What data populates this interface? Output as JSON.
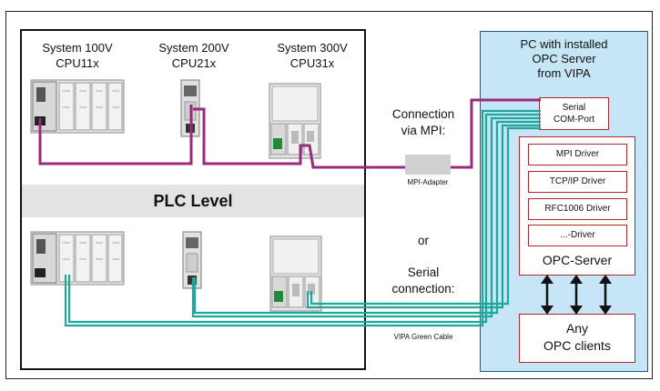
{
  "systems": [
    {
      "name": "System 100V",
      "cpu": "CPU11x"
    },
    {
      "name": "System 200V",
      "cpu": "CPU21x"
    },
    {
      "name": "System 300V",
      "cpu": "CPU31x"
    }
  ],
  "plc_level": "PLC Level",
  "connection_mpi": {
    "line1": "Connection",
    "line2": "via MPI:"
  },
  "mpi_adapter": "MPI-Adapter",
  "or": "or",
  "serial_connection": {
    "line1": "Serial",
    "line2": "connection:"
  },
  "green_cable": "VIPA Green Cable",
  "pc": {
    "line1": "PC with installed",
    "line2": "OPC Server",
    "line3": "from VIPA"
  },
  "com_port": {
    "line1": "Serial",
    "line2": "COM-Port"
  },
  "drivers": [
    "MPI Driver",
    "TCP/IP Driver",
    "RFC1006 Driver",
    "...-Driver"
  ],
  "opc_server": "OPC-Server",
  "clients": {
    "line1": "Any",
    "line2": "OPC clients"
  },
  "colors": {
    "mpi_line": "#9b2a7e",
    "serial_line": "#1fa89a",
    "pc_fill": "#c6e6f7",
    "box_border": "#b0262c"
  }
}
